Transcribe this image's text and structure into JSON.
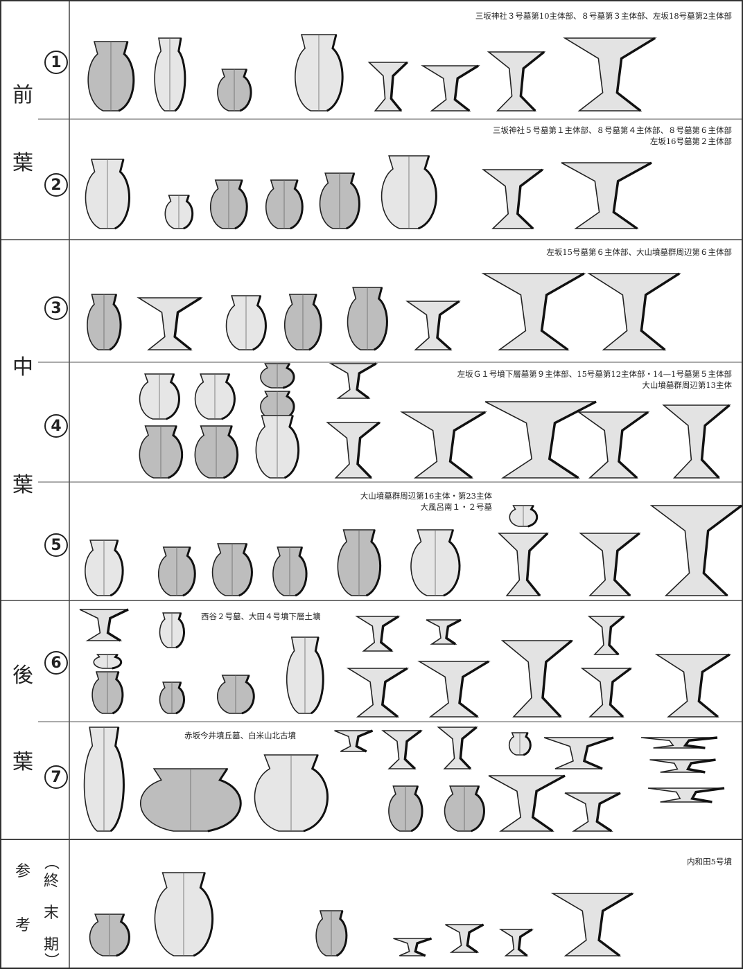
{
  "periods": {
    "early": [
      "前",
      "葉"
    ],
    "middle": [
      "中",
      "葉"
    ],
    "late": [
      "後",
      "葉"
    ],
    "reference": {
      "ref_chars": "参考",
      "paren_open": "︵",
      "paren_close": "︶",
      "term": [
        "終",
        "末",
        "期"
      ]
    }
  },
  "phases": [
    {
      "number": "1",
      "captions": [
        "三坂神社３号墓第10主体部、８号墓第３主体部、左坂18号墓第2主体部"
      ]
    },
    {
      "number": "2",
      "captions": [
        "三坂神社５号墓第１主体部、８号墓第４主体部、８号墓第６主体部",
        "左坂16号墓第２主体部"
      ]
    },
    {
      "number": "3",
      "captions": [
        "左坂15号墓第６主体部、大山墳墓群周辺第６主体部"
      ]
    },
    {
      "number": "4",
      "captions": [
        "左坂Ｇ１号墳下層墓第９主体部、15号墓第12主体部・14—1号墓第５主体部",
        "大山墳墓群周辺第13主体"
      ]
    },
    {
      "number": "5",
      "captions": [
        "大山墳墓群周辺第16主体・第23主体",
        "大風呂南１・２号墓"
      ]
    },
    {
      "number": "6",
      "captions": [
        "西谷２号墓、大田４号墳下層土壙"
      ]
    },
    {
      "number": "7",
      "captions": [
        "赤坂今井墳丘墓、白米山北古墳"
      ]
    }
  ],
  "reference_caption": "内和田5号墳"
}
